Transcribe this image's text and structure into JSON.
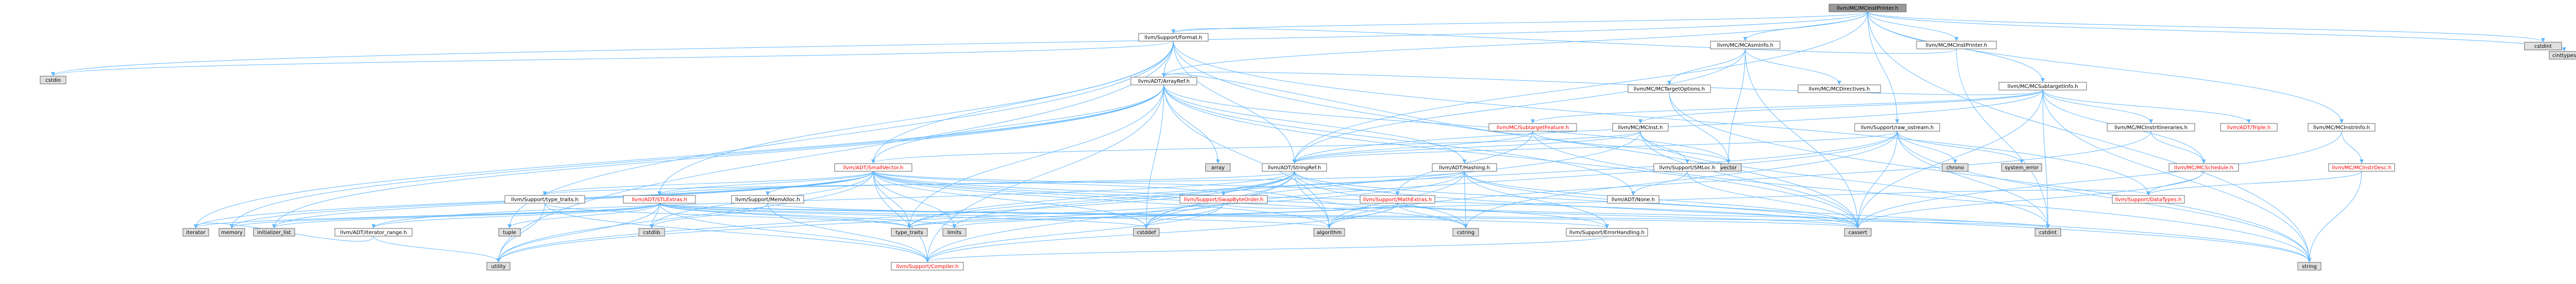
{
  "diagram": {
    "kind": "include-dependency-graph",
    "colors": {
      "root_fill": "#999999",
      "node_fill": "#ffffff",
      "system_fill": "#e0e0e0",
      "node_border": "#666666",
      "edge": "#63b8ff",
      "missing_text": "#ff0000"
    },
    "nodes": [
      {
        "id": "root",
        "label": "llvm/MC/MCInstPrinter.h",
        "style": "root"
      },
      {
        "id": "fmt",
        "label": "llvm/Support/Format.h",
        "style": "file"
      },
      {
        "id": "asminfo",
        "label": "llvm/MC/MCAsmInfo.h",
        "style": "file"
      },
      {
        "id": "instprinter",
        "label": "llvm/MC/MCInstPrinter.h",
        "style": "file"
      },
      {
        "id": "subtarget",
        "label": "llvm/MC/MCSubtargetInfo.h",
        "style": "file"
      },
      {
        "id": "cstdint_r",
        "label": "cstdint",
        "style": "system"
      },
      {
        "id": "cinttypes",
        "label": "cinttypes",
        "style": "system"
      },
      {
        "id": "cstdio",
        "label": "cstdio",
        "style": "system"
      },
      {
        "id": "arrayref",
        "label": "llvm/ADT/ArrayRef.h",
        "style": "file"
      },
      {
        "id": "targetopts",
        "label": "llvm/MC/MCTargetOptions.h",
        "style": "file"
      },
      {
        "id": "mcdirectives",
        "label": "llvm/MC/MCDirectives.h",
        "style": "file"
      },
      {
        "id": "mcinst",
        "label": "llvm/MC/MCInst.h",
        "style": "file"
      },
      {
        "id": "rawostream",
        "label": "llvm/Support/raw_ostream.h",
        "style": "file"
      },
      {
        "id": "subfeature",
        "label": "llvm/MC/SubtargetFeature.h",
        "style": "missing"
      },
      {
        "id": "instritin",
        "label": "llvm/MC/MCInstrItineraries.h",
        "style": "file"
      },
      {
        "id": "triple",
        "label": "llvm/ADT/Triple.h",
        "style": "missing"
      },
      {
        "id": "instrinfo",
        "label": "llvm/MC/MCInstrInfo.h",
        "style": "file"
      },
      {
        "id": "smallvector",
        "label": "llvm/ADT/SmallVector.h",
        "style": "missing"
      },
      {
        "id": "array",
        "label": "array",
        "style": "system"
      },
      {
        "id": "stringref",
        "label": "llvm/ADT/StringRef.h",
        "style": "file"
      },
      {
        "id": "vector",
        "label": "vector",
        "style": "system"
      },
      {
        "id": "hashing",
        "label": "llvm/ADT/Hashing.h",
        "style": "file"
      },
      {
        "id": "smloc",
        "label": "llvm/Support/SMLoc.h",
        "style": "file"
      },
      {
        "id": "chrono",
        "label": "chrono",
        "style": "system"
      },
      {
        "id": "syserror",
        "label": "system_error",
        "style": "system"
      },
      {
        "id": "mcschedule",
        "label": "llvm/MC/MCSchedule.h",
        "style": "missing"
      },
      {
        "id": "instrdesc",
        "label": "llvm/MC/MCInstrDesc.h",
        "style": "missing"
      },
      {
        "id": "typetraits_s",
        "label": "llvm/Support/type_traits.h",
        "style": "file"
      },
      {
        "id": "stlextras",
        "label": "llvm/ADT/STLExtras.h",
        "style": "missing"
      },
      {
        "id": "memalloc",
        "label": "llvm/Support/MemAlloc.h",
        "style": "file"
      },
      {
        "id": "swapbyte",
        "label": "llvm/Support/SwapByteOrder.h",
        "style": "missing"
      },
      {
        "id": "mathextras",
        "label": "llvm/Support/MathExtras.h",
        "style": "missing"
      },
      {
        "id": "none",
        "label": "llvm/ADT/None.h",
        "style": "file"
      },
      {
        "id": "datatypes",
        "label": "llvm/Support/DataTypes.h",
        "style": "missing"
      },
      {
        "id": "iterator",
        "label": "iterator",
        "style": "system"
      },
      {
        "id": "memory",
        "label": "memory",
        "style": "system"
      },
      {
        "id": "initlist",
        "label": "initializer_list",
        "style": "system"
      },
      {
        "id": "iterrange",
        "label": "llvm/ADT/iterator_range.h",
        "style": "file"
      },
      {
        "id": "tuple",
        "label": "tuple",
        "style": "system"
      },
      {
        "id": "cstdlib",
        "label": "cstdlib",
        "style": "system"
      },
      {
        "id": "typetraits",
        "label": "type_traits",
        "style": "system"
      },
      {
        "id": "limits",
        "label": "limits",
        "style": "system"
      },
      {
        "id": "cstddef",
        "label": "cstddef",
        "style": "system"
      },
      {
        "id": "algorithm",
        "label": "algorithm",
        "style": "system"
      },
      {
        "id": "cstring",
        "label": "cstring",
        "style": "system"
      },
      {
        "id": "errhandling",
        "label": "llvm/Support/ErrorHandling.h",
        "style": "file"
      },
      {
        "id": "cassert",
        "label": "cassert",
        "style": "system"
      },
      {
        "id": "cstdint",
        "label": "cstdint",
        "style": "system"
      },
      {
        "id": "utility",
        "label": "utility",
        "style": "system"
      },
      {
        "id": "compiler",
        "label": "llvm/Support/Compiler.h",
        "style": "missing"
      },
      {
        "id": "string",
        "label": "string",
        "style": "system"
      }
    ],
    "edges": [
      [
        "root",
        "fmt"
      ],
      [
        "root",
        "asminfo"
      ],
      [
        "root",
        "instprinter"
      ],
      [
        "root",
        "subtarget"
      ],
      [
        "root",
        "cstdint_r"
      ],
      [
        "root",
        "cinttypes"
      ],
      [
        "root",
        "arrayref"
      ],
      [
        "root",
        "rawostream"
      ],
      [
        "root",
        "instrinfo"
      ],
      [
        "root",
        "string"
      ],
      [
        "root",
        "stringref"
      ],
      [
        "root",
        "cstdio"
      ],
      [
        "fmt",
        "cstdio"
      ],
      [
        "fmt",
        "arrayref"
      ],
      [
        "fmt",
        "stringref"
      ],
      [
        "fmt",
        "stlextras"
      ],
      [
        "fmt",
        "datatypes"
      ],
      [
        "fmt",
        "cassert"
      ],
      [
        "fmt",
        "tuple"
      ],
      [
        "fmt",
        "utility"
      ],
      [
        "fmt",
        "smallvector"
      ],
      [
        "asminfo",
        "targetopts"
      ],
      [
        "asminfo",
        "mcdirectives"
      ],
      [
        "asminfo",
        "vector"
      ],
      [
        "asminfo",
        "stringref"
      ],
      [
        "asminfo",
        "cassert"
      ],
      [
        "instprinter",
        "fmt"
      ],
      [
        "instprinter",
        "cstdint"
      ],
      [
        "subtarget",
        "arrayref"
      ],
      [
        "subtarget",
        "mcinst"
      ],
      [
        "subtarget",
        "subfeature"
      ],
      [
        "subtarget",
        "instritin"
      ],
      [
        "subtarget",
        "triple"
      ],
      [
        "subtarget",
        "mcschedule"
      ],
      [
        "subtarget",
        "stringref"
      ],
      [
        "subtarget",
        "string"
      ],
      [
        "subtarget",
        "cstdint"
      ],
      [
        "subtarget",
        "cassert"
      ],
      [
        "targetopts",
        "vector"
      ],
      [
        "targetopts",
        "string"
      ],
      [
        "arrayref",
        "smallvector"
      ],
      [
        "arrayref",
        "array"
      ],
      [
        "arrayref",
        "hashing"
      ],
      [
        "arrayref",
        "none"
      ],
      [
        "arrayref",
        "compiler"
      ],
      [
        "arrayref",
        "algorithm"
      ],
      [
        "arrayref",
        "cassert"
      ],
      [
        "arrayref",
        "cstddef"
      ],
      [
        "arrayref",
        "initlist"
      ],
      [
        "arrayref",
        "iterator"
      ],
      [
        "arrayref",
        "memory"
      ],
      [
        "arrayref",
        "vector"
      ],
      [
        "arrayref",
        "typetraits"
      ],
      [
        "mcinst",
        "smallvector"
      ],
      [
        "mcinst",
        "stringref"
      ],
      [
        "mcinst",
        "smloc"
      ],
      [
        "mcinst",
        "cassert"
      ],
      [
        "mcinst",
        "cstddef"
      ],
      [
        "mcinst",
        "cstdint"
      ],
      [
        "rawostream",
        "stringref"
      ],
      [
        "rawostream",
        "chrono"
      ],
      [
        "rawostream",
        "syserror"
      ],
      [
        "rawostream",
        "cassert"
      ],
      [
        "rawostream",
        "cstddef"
      ],
      [
        "rawostream",
        "cstdint"
      ],
      [
        "rawostream",
        "cstring"
      ],
      [
        "rawostream",
        "string"
      ],
      [
        "rawostream",
        "typetraits"
      ],
      [
        "subfeature",
        "arrayref"
      ],
      [
        "subfeature",
        "stringref"
      ],
      [
        "subfeature",
        "mathextras"
      ],
      [
        "subfeature",
        "bitset"
      ],
      [
        "subfeature",
        "string"
      ],
      [
        "subfeature",
        "vector"
      ],
      [
        "instritin",
        "mcschedule"
      ],
      [
        "instritin",
        "algorithm"
      ],
      [
        "instrinfo",
        "instrdesc"
      ],
      [
        "instrinfo",
        "cassert"
      ],
      [
        "instrdesc",
        "datatypes"
      ],
      [
        "instrdesc",
        "string"
      ],
      [
        "mcschedule",
        "datatypes"
      ],
      [
        "mcschedule",
        "cassert"
      ],
      [
        "smallvector",
        "typetraits_s"
      ],
      [
        "smallvector",
        "stlextras"
      ],
      [
        "smallvector",
        "memalloc"
      ],
      [
        "smallvector",
        "swapbyte"
      ],
      [
        "smallvector",
        "mathextras"
      ],
      [
        "smallvector",
        "errhandling"
      ],
      [
        "smallvector",
        "compiler"
      ],
      [
        "smallvector",
        "algorithm"
      ],
      [
        "smallvector",
        "cassert"
      ],
      [
        "smallvector",
        "cstddef"
      ],
      [
        "smallvector",
        "cstdlib"
      ],
      [
        "smallvector",
        "cstring"
      ],
      [
        "smallvector",
        "initlist"
      ],
      [
        "smallvector",
        "iterator"
      ],
      [
        "smallvector",
        "limits"
      ],
      [
        "smallvector",
        "memory"
      ],
      [
        "smallvector",
        "typetraits"
      ],
      [
        "smallvector",
        "utility"
      ],
      [
        "stringref",
        "stlextras"
      ],
      [
        "stringref",
        "iterrange"
      ],
      [
        "stringref",
        "compiler"
      ],
      [
        "stringref",
        "algorithm"
      ],
      [
        "stringref",
        "cassert"
      ],
      [
        "stringref",
        "cstddef"
      ],
      [
        "stringref",
        "cstring"
      ],
      [
        "stringref",
        "limits"
      ],
      [
        "stringref",
        "string"
      ],
      [
        "stringref",
        "typetraits"
      ],
      [
        "stringref",
        "utility"
      ],
      [
        "hashing",
        "errhandling"
      ],
      [
        "hashing",
        "swapbyte"
      ],
      [
        "hashing",
        "typetraits_s"
      ],
      [
        "hashing",
        "algorithm"
      ],
      [
        "hashing",
        "cassert"
      ],
      [
        "hashing",
        "cstring"
      ],
      [
        "hashing",
        "string"
      ],
      [
        "hashing",
        "utility"
      ],
      [
        "smloc",
        "none"
      ],
      [
        "smloc",
        "cassert"
      ],
      [
        "typetraits_s",
        "compiler"
      ],
      [
        "typetraits_s",
        "typetraits"
      ],
      [
        "typetraits_s",
        "utility"
      ],
      [
        "stlextras",
        "iterrange"
      ],
      [
        "stlextras",
        "compiler"
      ],
      [
        "stlextras",
        "algorithm"
      ],
      [
        "stlextras",
        "cassert"
      ],
      [
        "stlextras",
        "cstddef"
      ],
      [
        "stlextras",
        "cstdint"
      ],
      [
        "stlextras",
        "cstdlib"
      ],
      [
        "stlextras",
        "iterator"
      ],
      [
        "stlextras",
        "limits"
      ],
      [
        "stlextras",
        "memory"
      ],
      [
        "stlextras",
        "tuple"
      ],
      [
        "stlextras",
        "typetraits"
      ],
      [
        "stlextras",
        "utility"
      ],
      [
        "stlextras",
        "initlist"
      ],
      [
        "memalloc",
        "compiler"
      ],
      [
        "memalloc",
        "errhandling"
      ],
      [
        "memalloc",
        "cstdlib"
      ],
      [
        "swapbyte",
        "compiler"
      ],
      [
        "swapbyte",
        "datatypes"
      ],
      [
        "swapbyte",
        "cstddef"
      ],
      [
        "swapbyte",
        "typetraits"
      ],
      [
        "mathextras",
        "compiler"
      ],
      [
        "mathextras",
        "swapbyte"
      ],
      [
        "mathextras",
        "algorithm"
      ],
      [
        "mathextras",
        "cassert"
      ],
      [
        "mathextras",
        "climits"
      ],
      [
        "mathextras",
        "cmath"
      ],
      [
        "mathextras",
        "cstdint"
      ],
      [
        "mathextras",
        "cstring"
      ],
      [
        "mathextras",
        "limits"
      ],
      [
        "mathextras",
        "typetraits"
      ],
      [
        "iterrange",
        "iterator"
      ],
      [
        "iterrange",
        "utility"
      ],
      [
        "errhandling",
        "compiler"
      ]
    ]
  }
}
